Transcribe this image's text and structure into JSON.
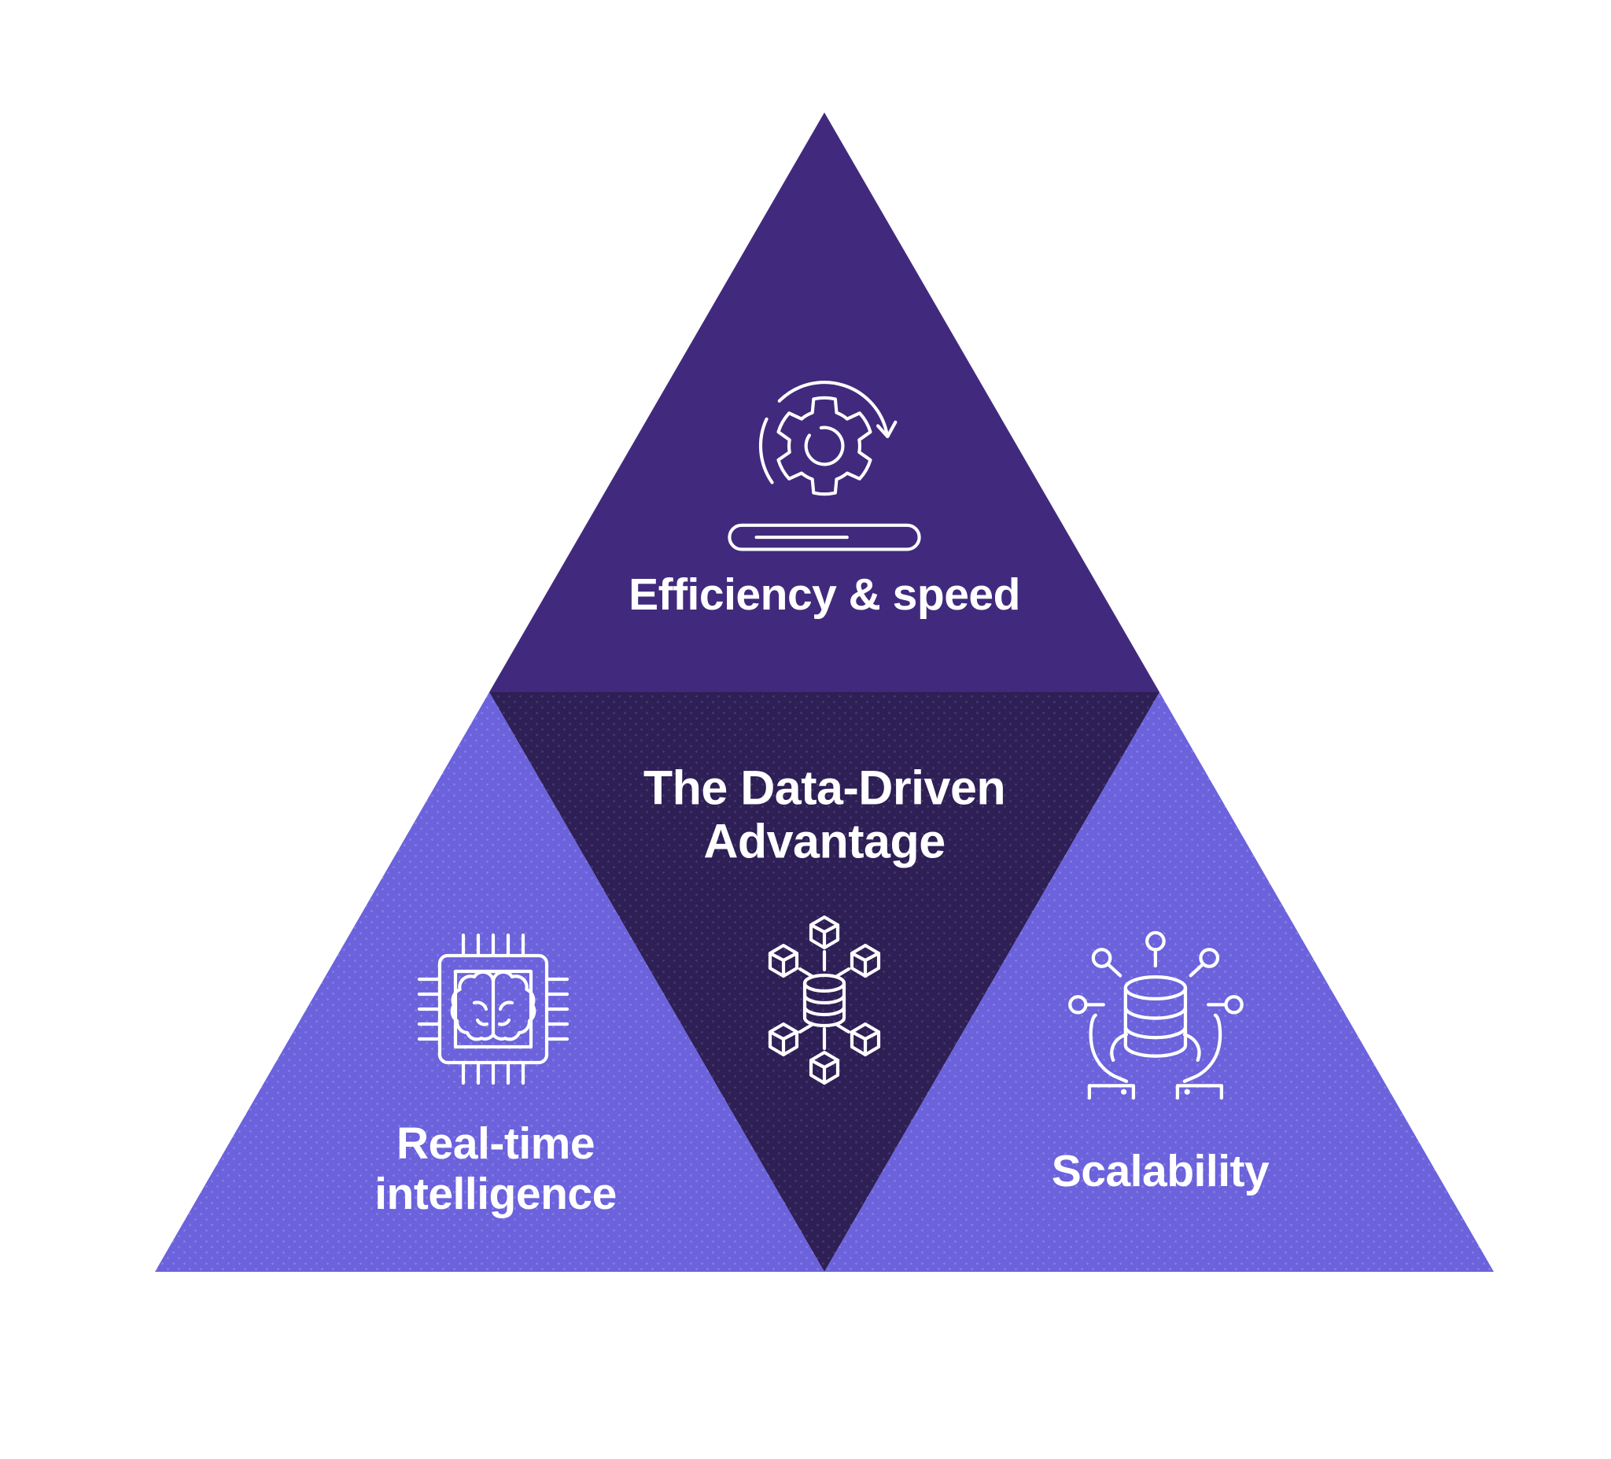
{
  "colors": {
    "background": "#FFFFFF",
    "top_triangle": "#412A7D",
    "center_triangle": "#2E1F55",
    "side_triangle": "#6B62DC",
    "label_text": "#FFFFFF",
    "icon_stroke": "#FFFFFF"
  },
  "diagram": {
    "center": {
      "title": "The Data-Driven Advantage",
      "icon": "distributed-database-icon"
    },
    "top": {
      "label": "Efficiency & speed",
      "icon": "sync-gear-icon"
    },
    "left": {
      "label": "Real-time intelligence",
      "icon": "chip-brain-icon"
    },
    "right": {
      "label": "Scalability",
      "icon": "hands-database-icon"
    }
  }
}
